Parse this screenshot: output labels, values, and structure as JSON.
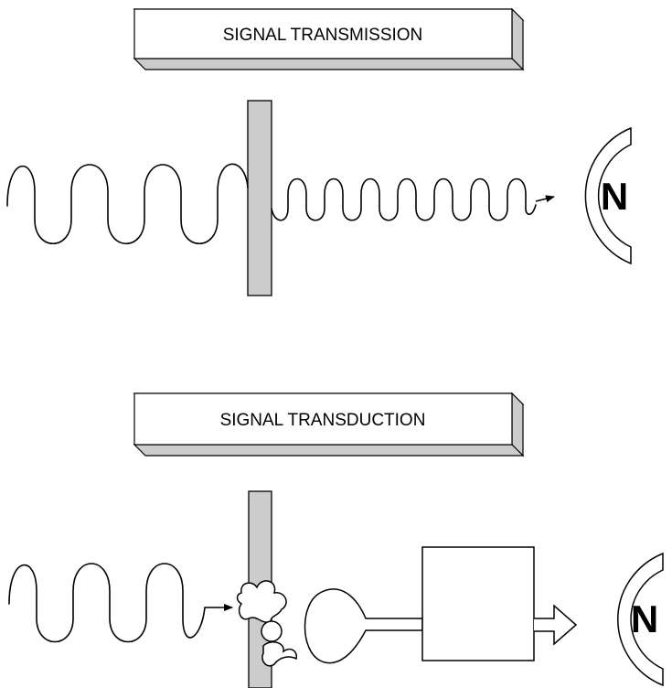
{
  "panels": {
    "transmission": {
      "title": "SIGNAL TRANSMISSION",
      "nucleus_label": "N"
    },
    "transduction": {
      "title": "SIGNAL TRANSDUCTION",
      "nucleus_label": "N"
    }
  },
  "colors": {
    "membrane": "#cccccc",
    "stroke": "#000000",
    "label_box_shadow": "#cccccc",
    "background": "#ffffff"
  }
}
